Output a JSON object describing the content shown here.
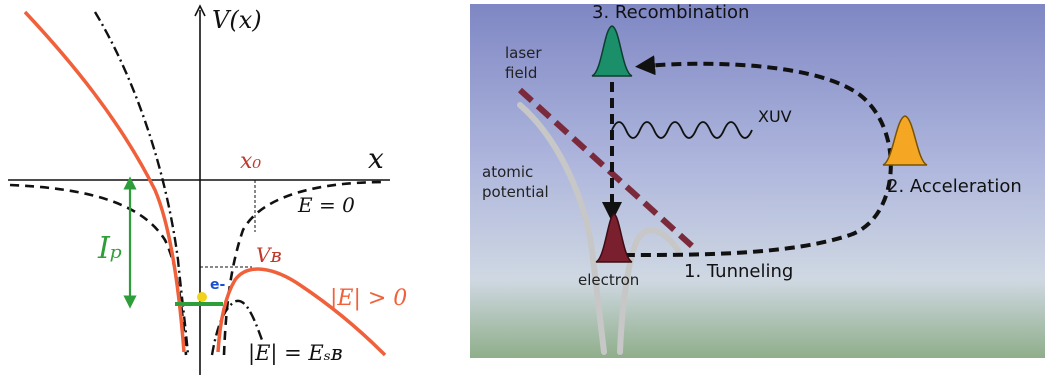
{
  "left_panel": {
    "y_axis_label": "V(x)",
    "x_axis_label": "x",
    "x0_label": "x₀",
    "ip_label": "Iₚ",
    "e_zero_label": "E = 0",
    "vb_label": "Vʙ",
    "e_positive_label": "|E| > 0",
    "e_sb_label": "|E| = Eₛʙ",
    "electron_label": "e-",
    "colors": {
      "field_curve": "#f0603a",
      "ip_arrow": "#2e9e3a",
      "x0": "#c0392b",
      "electron": "#1a4fd0"
    }
  },
  "right_panel": {
    "recombination_label": "3. Recombination",
    "laser_label_line1": "laser",
    "laser_label_line2": "field",
    "xuv_label": "XUV",
    "atomic_label_line1": "atomic",
    "atomic_label_line2": "potential",
    "acceleration_label": "2. Acceleration",
    "electron_label": "electron",
    "tunneling_label": "1. Tunneling",
    "colors": {
      "wavepacket_top": "#1a8f6a",
      "wavepacket_right": "#f5a623",
      "wavepacket_bottom": "#7a1f2e",
      "laser": "#7a2a3a"
    }
  }
}
